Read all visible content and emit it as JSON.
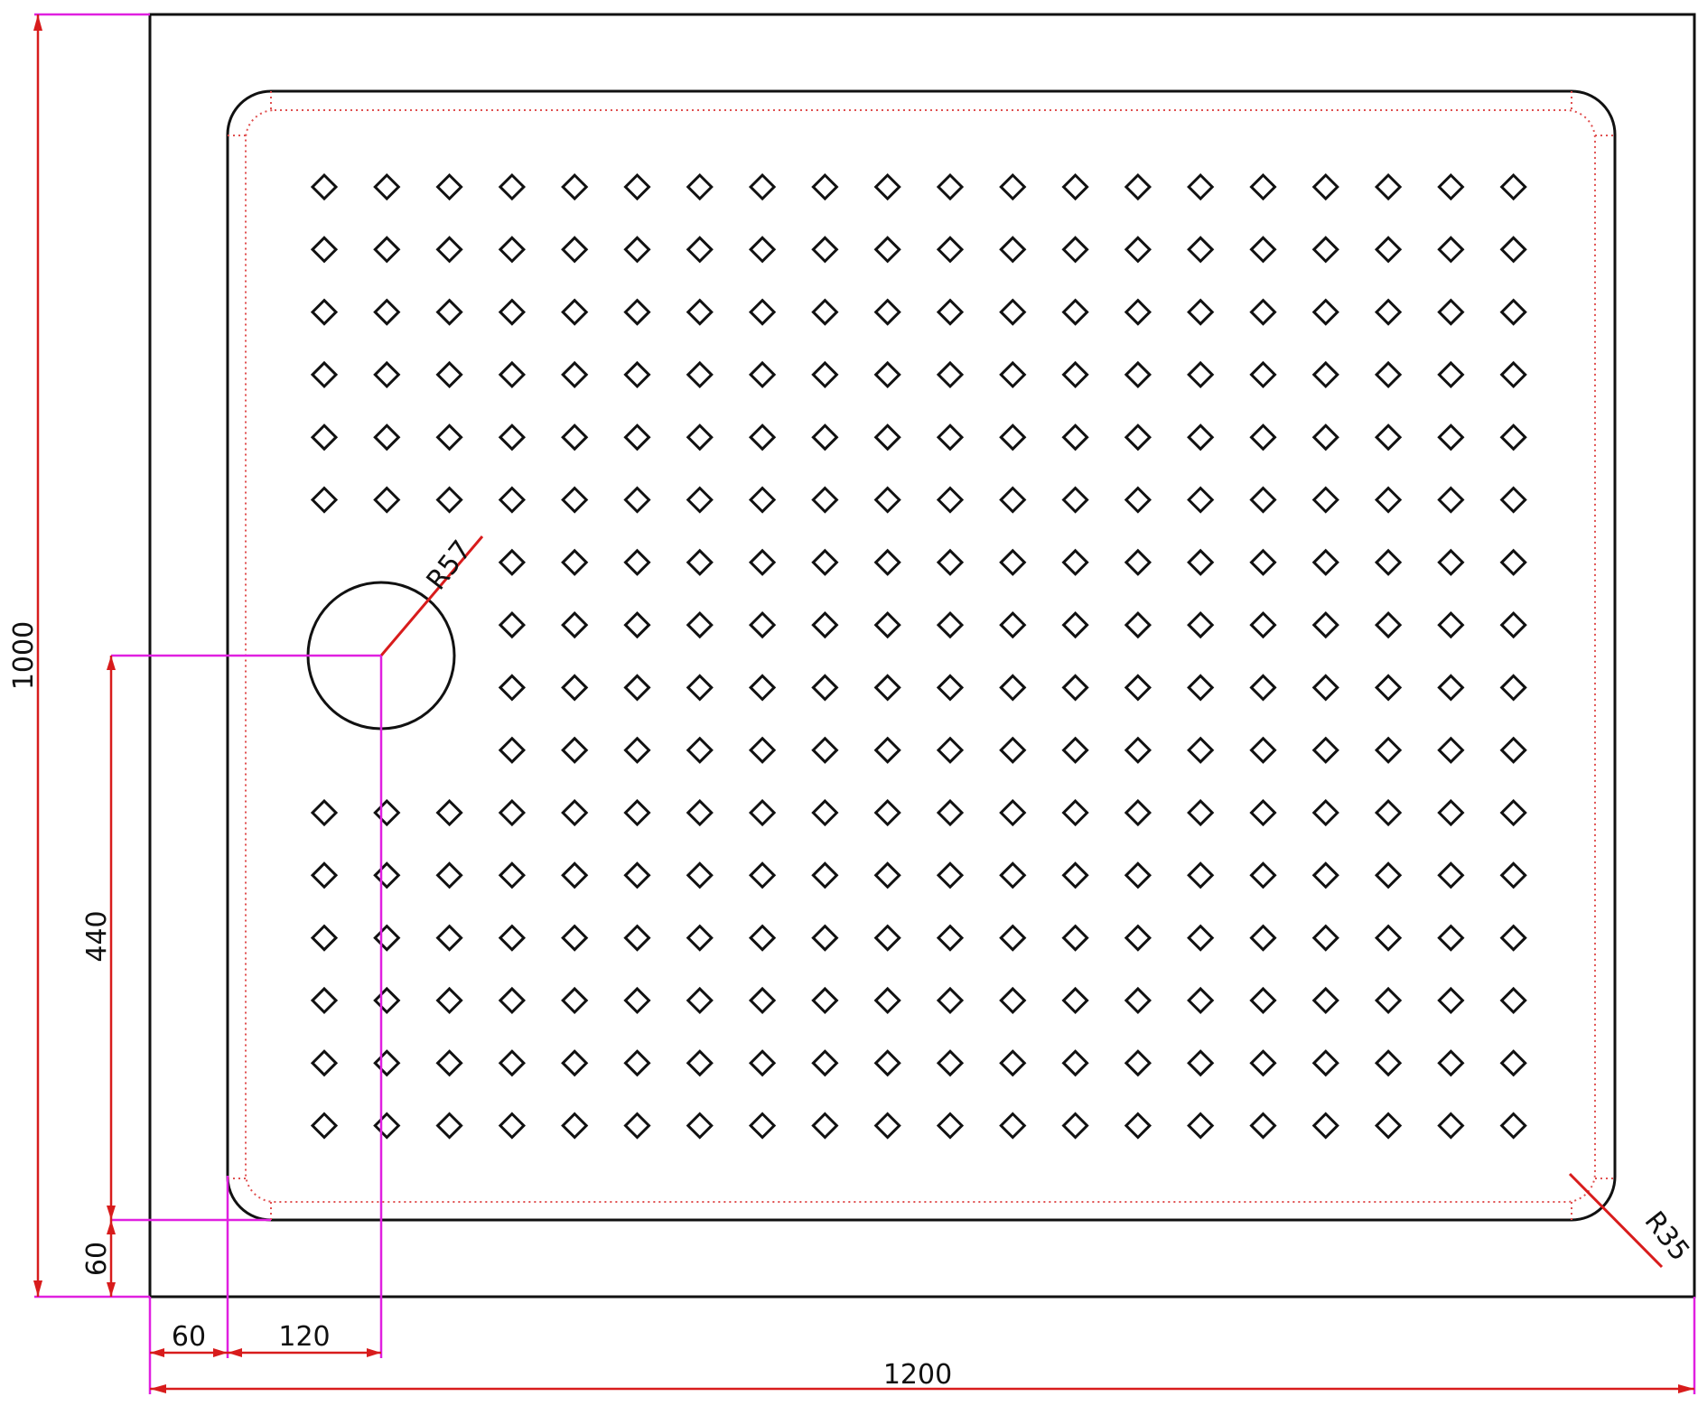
{
  "drawing": {
    "dimensions": {
      "overall_width": "1200",
      "overall_height": "1000",
      "left_margin": "60",
      "drain_offset_x": "120",
      "bottom_margin": "60",
      "drain_offset_y": "440",
      "drain_radius": "R57",
      "corner_radius": "R35"
    },
    "anti_slip_pattern": {
      "columns": 20,
      "rows": 16,
      "cells_omitted_around_drain": "rows 7–10, columns 1–3"
    },
    "colors": {
      "outline": "#111111",
      "dimension_line": "#d81c1c",
      "extension_line": "#e020e0",
      "inner_dotted": "#e05050"
    }
  }
}
